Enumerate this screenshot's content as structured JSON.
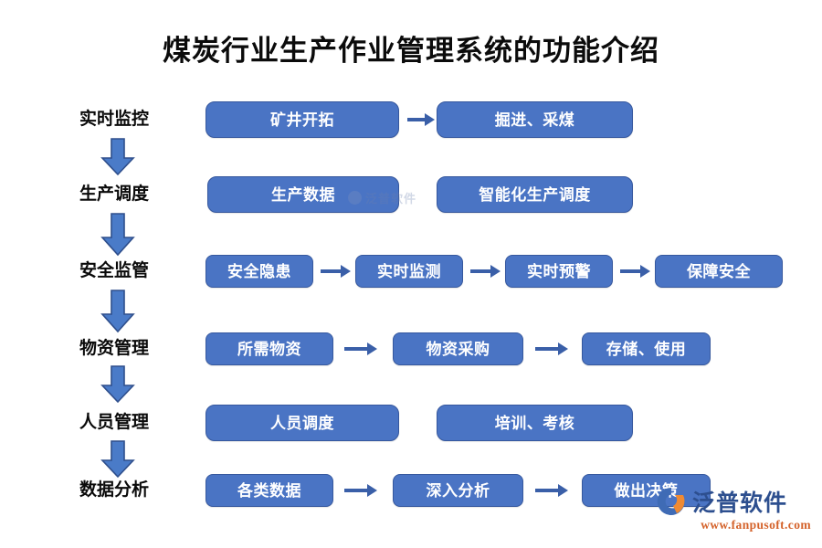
{
  "page": {
    "title": "煤炭行业生产作业管理系统的功能介绍",
    "background_color": "#ffffff",
    "node_color": "#4a74c4",
    "node_border_color": "#36589e",
    "node_text_color": "#ffffff",
    "arrow_color": "#3a5fa8",
    "label_text_color": "#0a0a0a"
  },
  "diagram": {
    "type": "flow-stages",
    "stages": [
      {
        "label": "实时监控",
        "nodes": [
          "矿井开拓",
          "掘进、采煤"
        ],
        "connectors": [
          "arrow-right"
        ]
      },
      {
        "label": "生产调度",
        "nodes": [
          "生产数据",
          "智能化生产调度"
        ],
        "connectors": [
          "none"
        ]
      },
      {
        "label": "安全监管",
        "nodes": [
          "安全隐患",
          "实时监测",
          "实时预警",
          "保障安全"
        ],
        "connectors": [
          "arrow-right",
          "arrow-right",
          "arrow-right"
        ]
      },
      {
        "label": "物资管理",
        "nodes": [
          "所需物资",
          "物资采购",
          "存储、使用"
        ],
        "connectors": [
          "arrow-right",
          "arrow-right"
        ]
      },
      {
        "label": "人员管理",
        "nodes": [
          "人员调度",
          "培训、考核"
        ],
        "connectors": [
          "none"
        ]
      },
      {
        "label": "数据分析",
        "nodes": [
          "各类数据",
          "深入分析",
          "做出决策"
        ],
        "connectors": [
          "arrow-right",
          "arrow-right"
        ]
      }
    ],
    "stage_connector_icon": "arrow-down"
  },
  "watermark": {
    "text": "泛普软件"
  },
  "brand": {
    "name": "泛普软件",
    "url": "www.fanpusoft.com",
    "name_color": "#2d4f8f",
    "url_color": "#d4622a"
  }
}
